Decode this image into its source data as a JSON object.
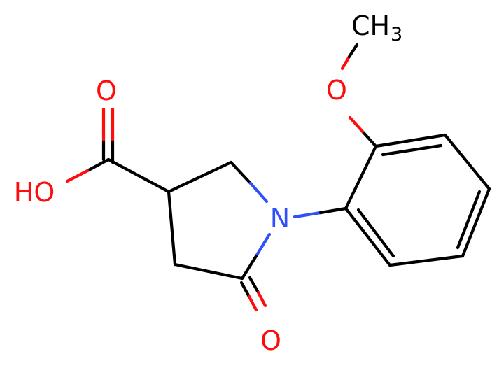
{
  "molecule": {
    "atoms": {
      "carbonyl_o": {
        "text": "O",
        "color": "#ff0d0d"
      },
      "carboxyl_o": {
        "text": "O",
        "color": "#ff0d0d"
      },
      "hydroxyl": {
        "text": "HO",
        "color": "#ff0d0d"
      },
      "ring_n": {
        "text": "N",
        "color": "#3050f8"
      },
      "ether_o": {
        "text": "O",
        "color": "#ff0d0d"
      },
      "methyl": {
        "text": "CH",
        "subscript": "3",
        "color": "#000000"
      }
    },
    "colors": {
      "carbon_bond": "#000000",
      "oxygen": "#ff0d0d",
      "nitrogen": "#3050f8",
      "background": "#ffffff"
    }
  }
}
